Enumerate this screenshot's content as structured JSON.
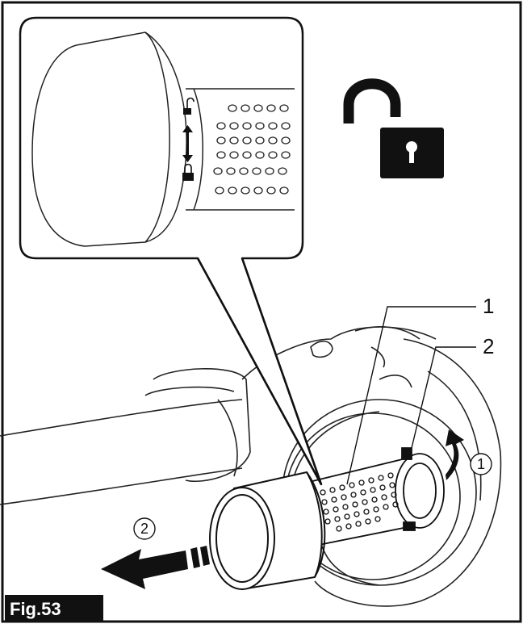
{
  "figure": {
    "label": "Fig.53",
    "callouts": [
      {
        "id": "1"
      },
      {
        "id": "2"
      }
    ],
    "steps": [
      {
        "id": "①"
      },
      {
        "id": "②"
      }
    ],
    "icons": {
      "unlock": "unlocked-padlock-icon",
      "lock_small": "lock-icon",
      "unlock_small": "unlock-icon",
      "rotate_arrow": "rotate-arrow-icon",
      "pull_arrow": "pull-arrow-icon"
    },
    "colors": {
      "ink": "#111111",
      "tag_bg": "#111111",
      "tag_text": "#ffffff"
    }
  }
}
